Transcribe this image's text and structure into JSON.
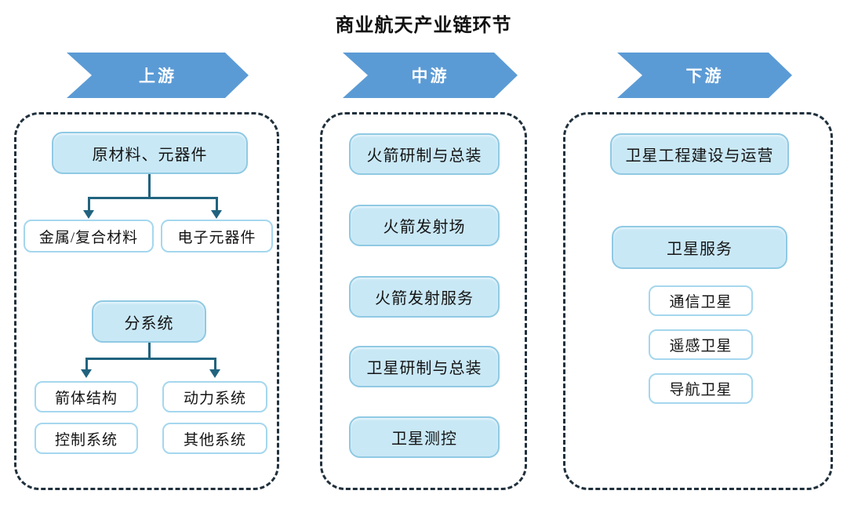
{
  "title": "商业航天产业链环节",
  "colors": {
    "arrow_banner": "#5B9BD5",
    "filled_node_fill": "#C9E8F6",
    "filled_node_border": "#8FC9E3",
    "plain_node_border": "#A5D7EE",
    "connector": "#21637F",
    "dashed_border": "#20303C"
  },
  "columns": [
    {
      "header": "上游",
      "groups": [
        {
          "parent": "原材料、元器件",
          "children": [
            "金属/复合材料",
            "电子元器件"
          ]
        },
        {
          "parent": "分系统",
          "children": [
            "箭体结构",
            "动力系统",
            "控制系统",
            "其他系统"
          ]
        }
      ]
    },
    {
      "header": "中游",
      "items": [
        "火箭研制与总装",
        "火箭发射场",
        "火箭发射服务",
        "卫星研制与总装",
        "卫星测控"
      ]
    },
    {
      "header": "下游",
      "primary_items": [
        "卫星工程建设与运营",
        "卫星服务"
      ],
      "sub_items": [
        "通信卫星",
        "遥感卫星",
        "导航卫星"
      ]
    }
  ]
}
